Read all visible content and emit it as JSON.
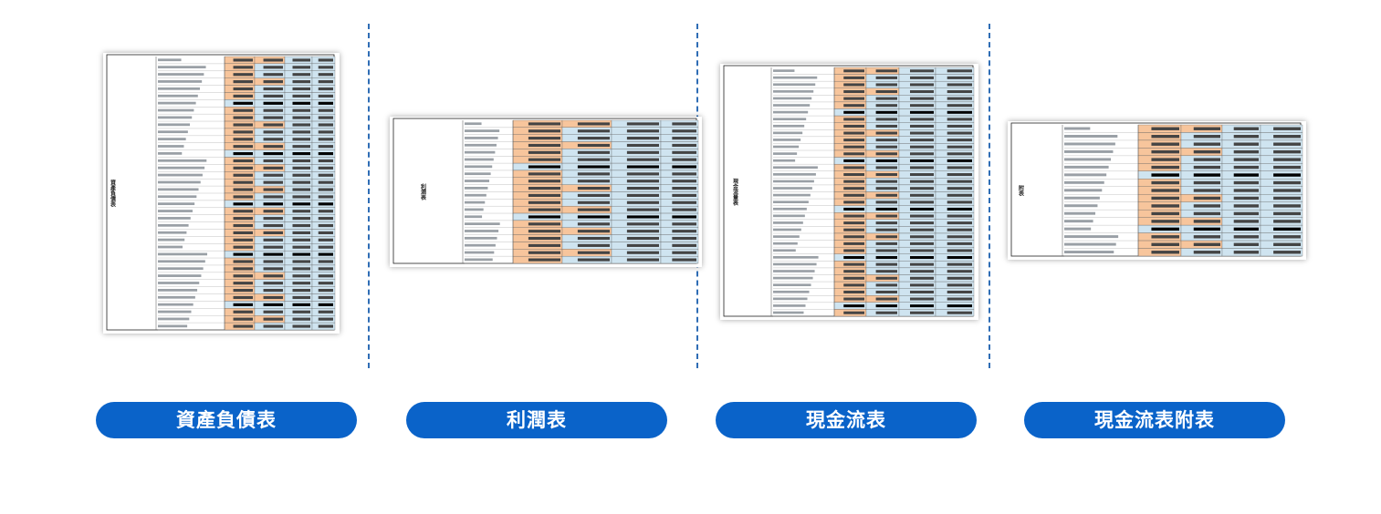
{
  "cards": [
    {
      "label": "資產負債表",
      "title": "資產負債表"
    },
    {
      "label": "利潤表",
      "title": "利潤表"
    },
    {
      "label": "現金流表",
      "title": "現金流量表"
    },
    {
      "label": "現金流表附表",
      "title": "附表"
    }
  ],
  "colors": {
    "accent": "#0a63c9",
    "divider": "#2f6db5",
    "cell_orange": "#f7c59c",
    "cell_blue": "#cfe4f0"
  }
}
